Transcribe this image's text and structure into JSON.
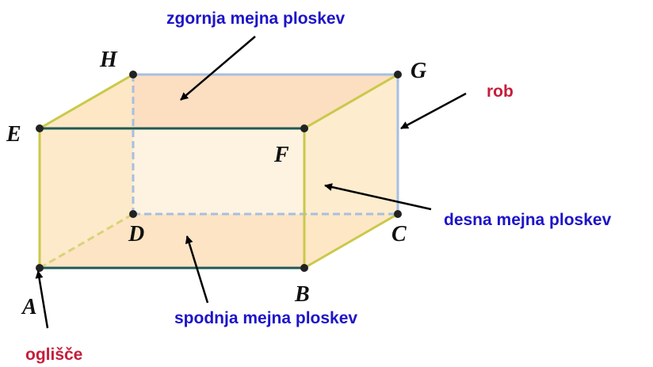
{
  "vertices": {
    "A": "A",
    "B": "B",
    "C": "C",
    "D": "D",
    "E": "E",
    "F": "F",
    "G": "G",
    "H": "H"
  },
  "labels": {
    "top_face": "zgornja mejna ploskev",
    "bottom_face": "spodnja mejna ploskev",
    "right_face": "desna mejna ploskev",
    "edge": "rob",
    "vertex": "oglišče"
  },
  "colors": {
    "face_fill": "#fbd8b6",
    "side_fill": "#fde9c6",
    "front_edge": "#1e5a55",
    "side_edge": "#c9c94a",
    "hidden_edge": "#a6bfe0",
    "label_blue": "#1d14c8",
    "label_red": "#c41e3a"
  }
}
